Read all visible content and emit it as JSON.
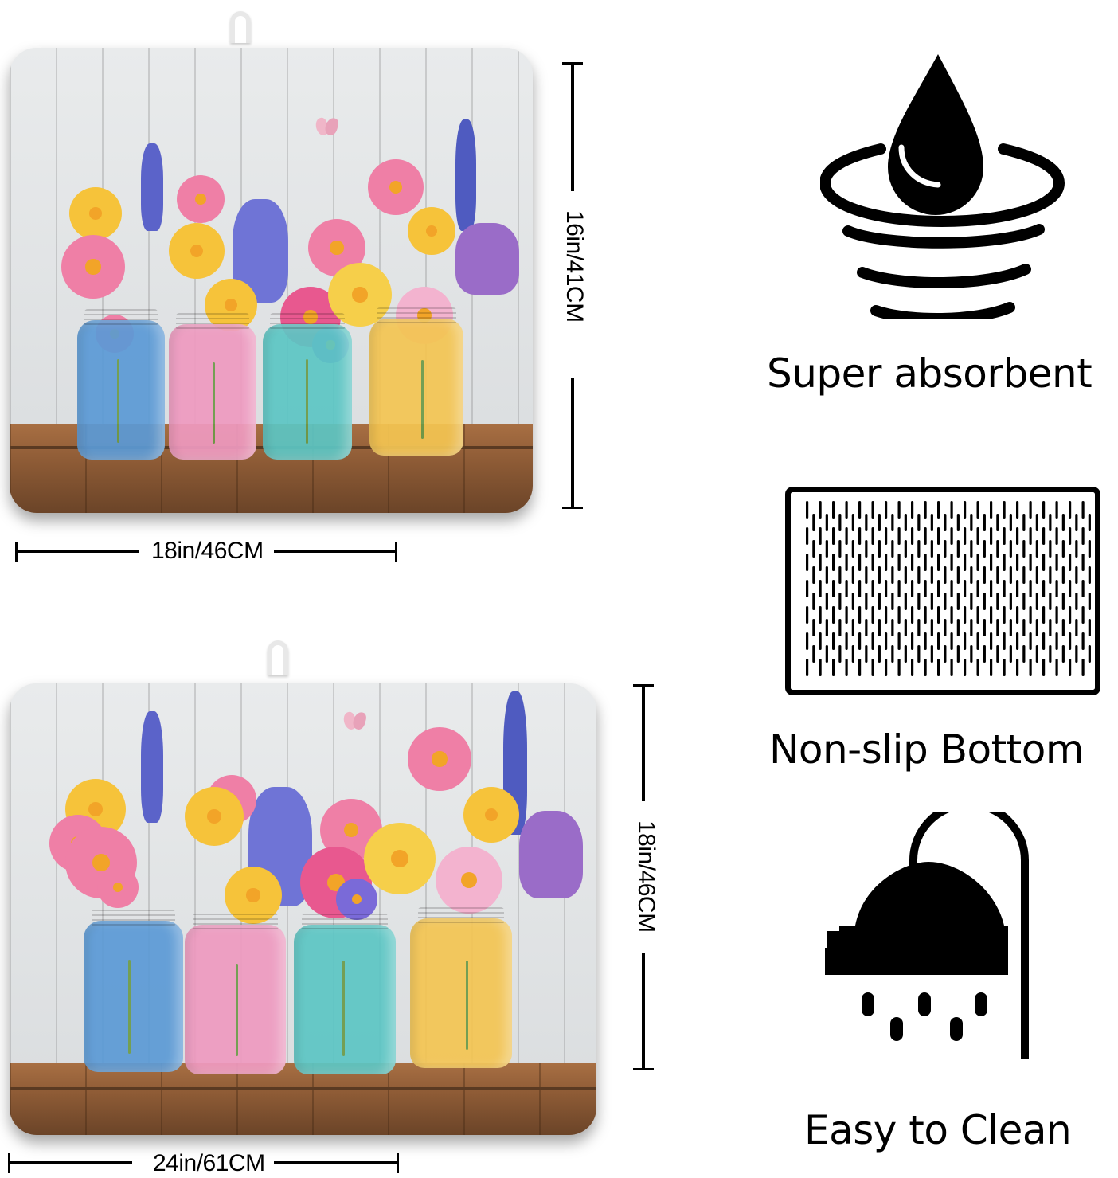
{
  "products": [
    {
      "name": "small-mat",
      "width_label": "18in/46CM",
      "height_label": "16in/41CM",
      "design": "Flowers in mason jars on wooden shelf",
      "jar_colors": [
        "#5b9ad6",
        "#ef9ac0",
        "#5cc6c4",
        "#f4c552"
      ]
    },
    {
      "name": "large-mat",
      "width_label": "24in/61CM",
      "height_label": "18in/46CM",
      "design": "Flowers in mason jars on wooden shelf",
      "jar_colors": [
        "#5b9ad6",
        "#ef9ac0",
        "#5cc6c4",
        "#f4c552"
      ]
    }
  ],
  "features": [
    {
      "icon": "water-drop-icon",
      "label": "Super absorbent"
    },
    {
      "icon": "non-slip-texture-icon",
      "label": "Non-slip Bottom"
    },
    {
      "icon": "shower-head-icon",
      "label": "Easy to Clean"
    }
  ],
  "colors": {
    "plank": "#dfe2e4",
    "shelf": "#8c5a35",
    "flower_pink": "#ef7fa6",
    "flower_yellow": "#f6c33a",
    "flower_blue": "#5b63c9",
    "flower_purple": "#9a6cc8",
    "ink": "#000000"
  }
}
